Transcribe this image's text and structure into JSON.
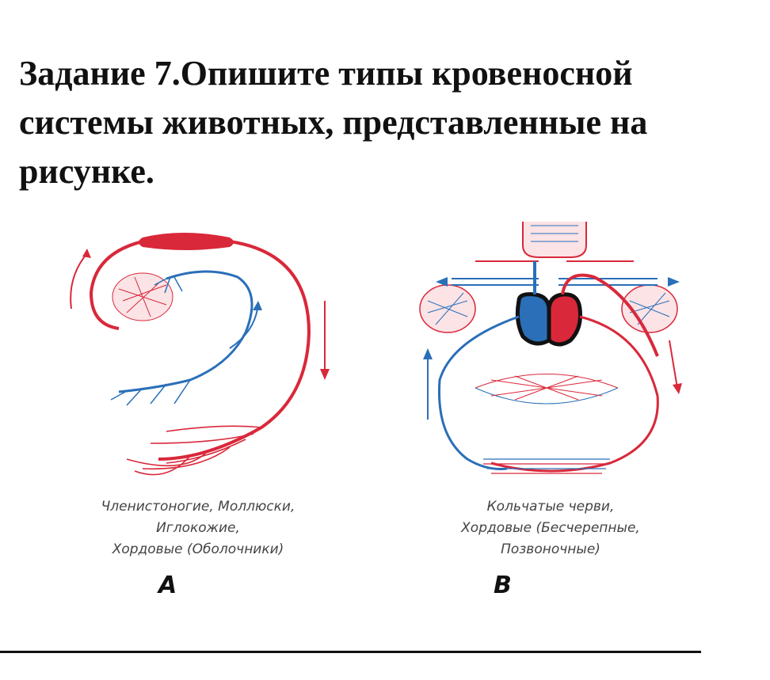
{
  "task": {
    "text": "Задание 7.Опишите типы кровеносной системы животных, представленные на рисунке."
  },
  "figure_a": {
    "caption_lines": [
      "Членистоногие, Моллюски,",
      "Иглокожие,",
      "Хордовые (Оболочники)"
    ],
    "letter": "A"
  },
  "figure_b": {
    "caption_lines": [
      "Кольчатые черви,",
      "Хордовые (Бесчерепные,",
      "Позвоночные)"
    ],
    "letter": "B"
  },
  "colors": {
    "arterial": "#d9283a",
    "venous": "#2a6fb8",
    "heart_outline": "#111111"
  }
}
